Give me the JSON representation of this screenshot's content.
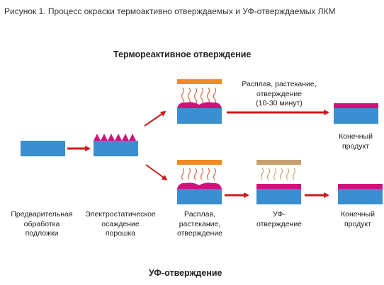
{
  "figure": {
    "caption": "Рисунок 1. Процесс окраски термоактивно отверждаемых и УФ-отверждаемых ЛКМ"
  },
  "branches": {
    "thermal_title": "Термореактивное отверждение",
    "uv_title": "УФ-отверждение"
  },
  "labels": {
    "pretreatment": [
      "Предварительная",
      "обработка",
      "подложки"
    ],
    "electrostatic": [
      "Электростатическое",
      "осаждение",
      "порошка"
    ],
    "thermal_step": [
      "Расплав, растекание,",
      "отверждение",
      "(10-30 минут)"
    ],
    "thermal_final": [
      "Конечный",
      "продукт"
    ],
    "uv_melt": [
      "Расплав,",
      "растекание,",
      "отверждение"
    ],
    "uv_cure": [
      "УФ-",
      "отверждение"
    ],
    "uv_final": [
      "Конечный",
      "продукт"
    ]
  },
  "colors": {
    "substrate": "#3a8fd0",
    "powder_coating": "#d0127a",
    "arrow": "#cc1a1a",
    "heater": "#f08a24",
    "uv_lamp": "#c6a06e",
    "heat_wave": "#e05a3a",
    "uv_wave": "#c6a06e"
  }
}
